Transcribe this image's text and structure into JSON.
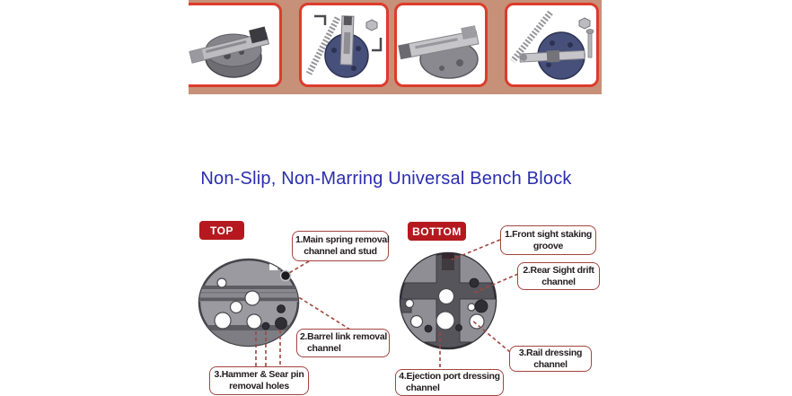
{
  "title": {
    "text": "Non-Slip, Non-Marring Universal Bench Block",
    "color": "#2b2db0"
  },
  "colors": {
    "strip_background": "#c69178",
    "photo_border_red": "#dd3b2c",
    "badge_red": "#b5191f",
    "callout_accent": "#a2453f",
    "block_gray": "#9b9aa0",
    "block_dark_gray": "#56555b"
  },
  "photo_strip": {
    "photos": [
      {
        "name": "pistol-slide-resting-on-gray-bench-block"
      },
      {
        "name": "recoil-spring-wrench-slide-upright-on-blue-bench-block"
      },
      {
        "name": "pistol-slide-angled-on-gray-bench-block"
      },
      {
        "name": "spring-barrel-pin-nut-on-blue-bench-block"
      }
    ]
  },
  "diagrams": {
    "top": {
      "badge": "TOP",
      "labels": [
        {
          "line1": "1.Main spring removal",
          "line2": "channel and stud"
        },
        {
          "line1": "2.Barrel link removal",
          "line2": "channel"
        },
        {
          "line1": "3.Hammer & Sear pin",
          "line2": "removal holes"
        }
      ]
    },
    "bottom": {
      "badge": "BOTTOM",
      "labels": [
        {
          "line1": "1.Front sight staking",
          "line2": "groove"
        },
        {
          "line1": "2.Rear Sight drift",
          "line2": "channel"
        },
        {
          "line1": "3.Rail dressing",
          "line2": "channel"
        },
        {
          "line1": "4.Ejection port dressing",
          "line2": "channel"
        }
      ]
    }
  }
}
